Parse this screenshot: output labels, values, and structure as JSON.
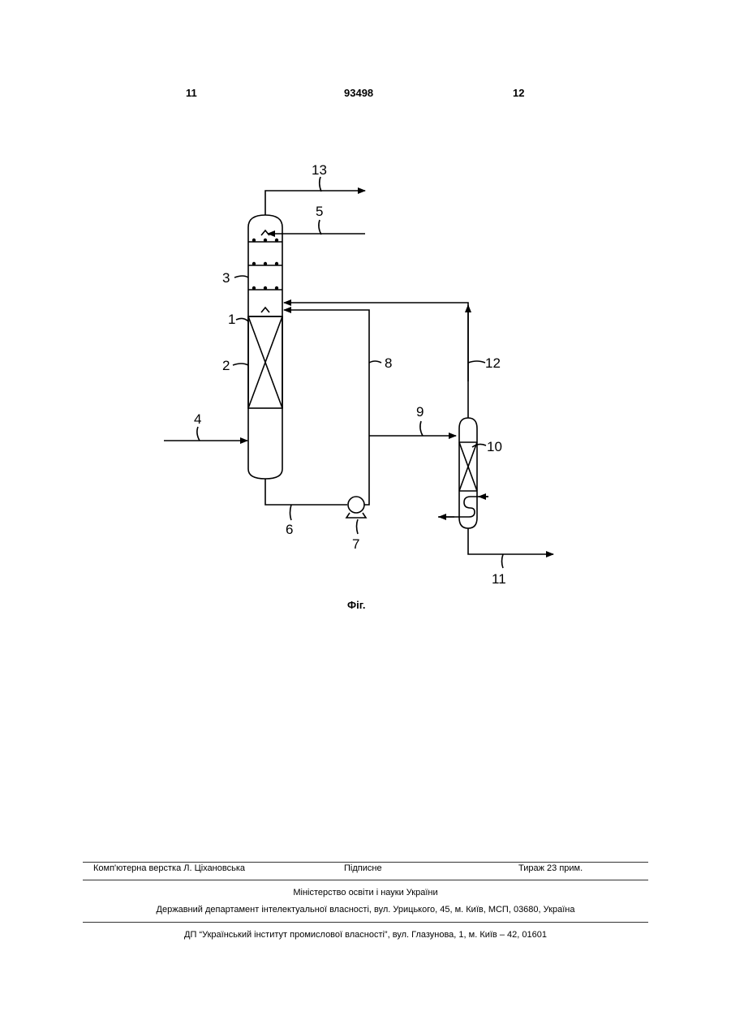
{
  "header": {
    "left_page": "11",
    "patent_number": "93498",
    "right_page": "12"
  },
  "diagram": {
    "labels": {
      "l1": "1",
      "l2": "2",
      "l3": "3",
      "l4": "4",
      "l5": "5",
      "l6": "6",
      "l7": "7",
      "l8": "8",
      "l9": "9",
      "l10": "10",
      "l11": "11",
      "l12": "12",
      "l13": "13"
    }
  },
  "caption": "Фіг.",
  "footer": {
    "layout": "Комп'ютерна верстка Л. Ціхановська",
    "signed": "Підписне",
    "copies": "Тираж 23 прим.",
    "ministry": "Міністерство освіти і науки України",
    "department": "Державний департамент інтелектуальної власності, вул. Урицького, 45, м. Київ, МСП, 03680, Україна",
    "institute": "ДП “Український інститут промислової власності”, вул. Глазунова, 1, м. Київ – 42, 01601"
  }
}
